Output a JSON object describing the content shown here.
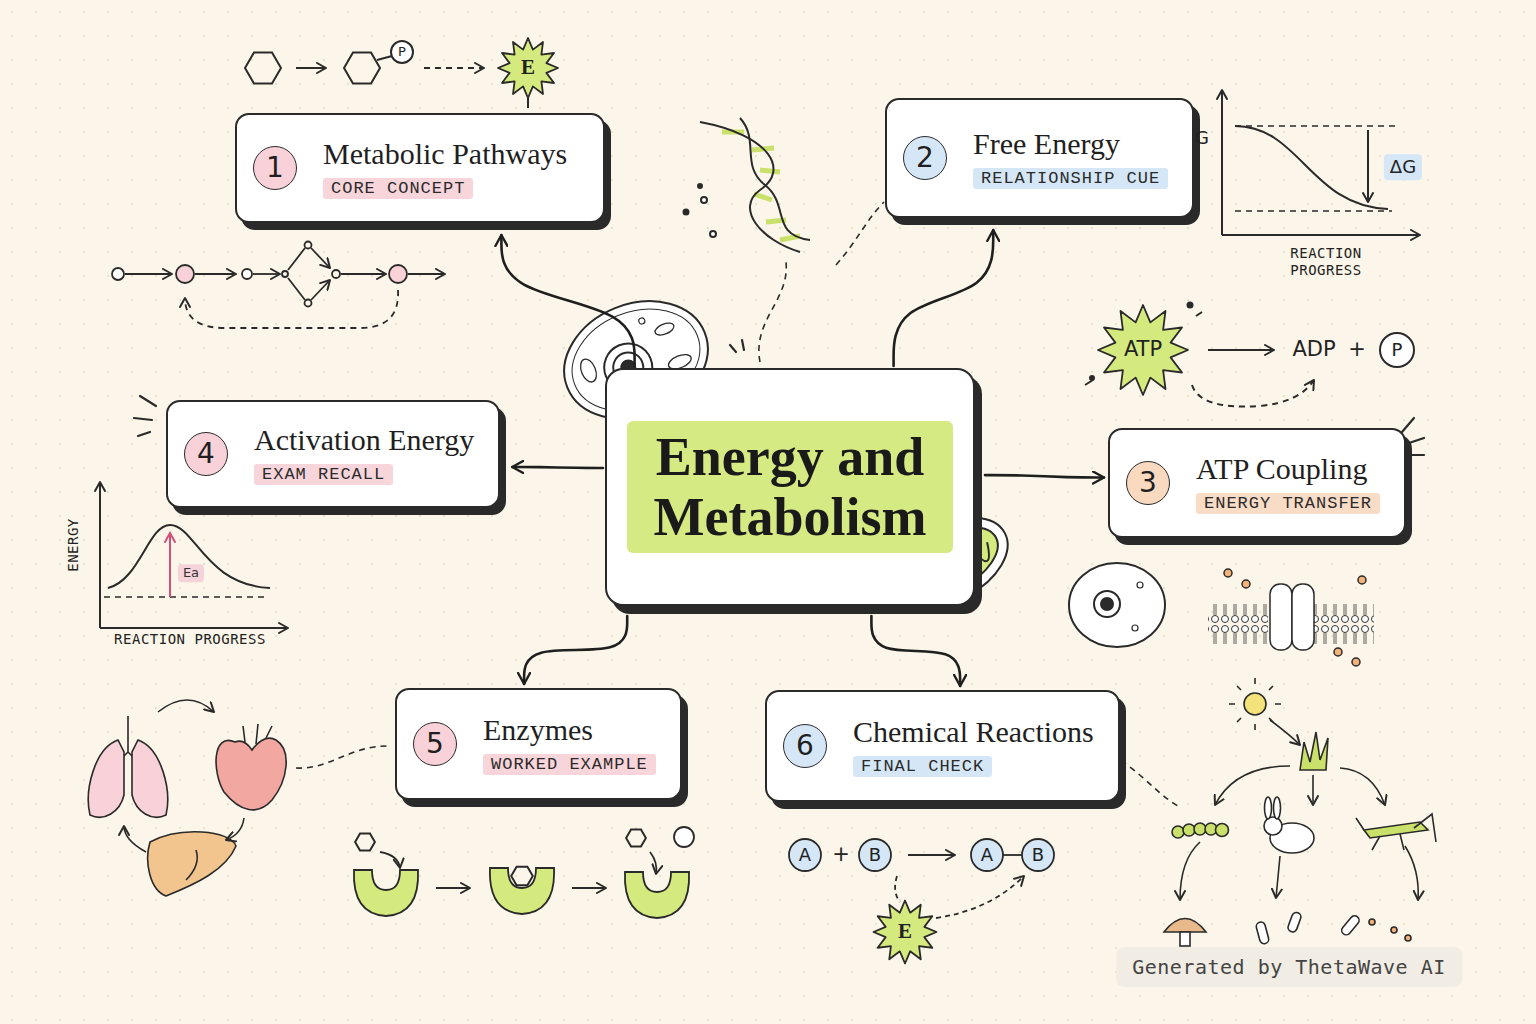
{
  "diagram": {
    "nodes": [
      {
        "text": [
          "Metabolic Pathways",
          "CORE CONCEPT"
        ]
      },
      {
        "text": [
          "1"
        ],
        "in": 0
      },
      {
        "text": [
          "Free Energy",
          "RELATIONSHIP CUE"
        ]
      },
      {
        "text": [
          "2"
        ],
        "in": 2
      },
      {
        "text": [
          "Energy and Metabolism"
        ]
      },
      {
        "text": [
          "Activation Energy",
          "EXAM RECALL"
        ]
      },
      {
        "text": [
          "4"
        ],
        "in": 5
      },
      {
        "text": [
          "ATP Coupling",
          "ENERGY TRANSFER"
        ]
      },
      {
        "text": [
          "3"
        ],
        "in": 7
      },
      {
        "text": [
          "Enzymes",
          "WORKED EXAMPLE"
        ]
      },
      {
        "text": [
          "5"
        ],
        "in": 9
      },
      {
        "text": [
          "Chemical Reactions",
          "FINAL CHECK"
        ]
      },
      {
        "text": [
          "6"
        ],
        "in": 11
      }
    ],
    "edges": [
      {
        "from": 4,
        "to": 0,
        "arrow": "to"
      },
      {
        "from": 4,
        "to": 2,
        "arrow": "to"
      },
      {
        "from": 4,
        "to": 5,
        "arrow": "to"
      },
      {
        "from": 4,
        "to": 7,
        "arrow": "to"
      },
      {
        "from": 4,
        "to": 9,
        "arrow": "to"
      },
      {
        "from": 4,
        "to": 11,
        "arrow": "to"
      }
    ],
    "labels": [
      "P",
      "E",
      "G",
      "ΔG",
      "REACTION PROGRESS",
      "ATP",
      "ADP",
      "+",
      "P",
      "ENERGY",
      "Ea",
      "REACTION PROGRESS",
      "A",
      "+",
      "B",
      "A",
      "B",
      "E",
      "Generated by ThetaWave AI"
    ]
  }
}
